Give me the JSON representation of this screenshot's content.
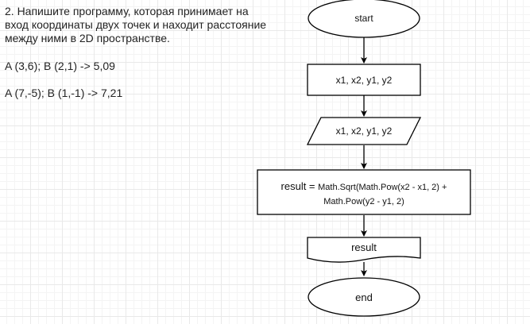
{
  "task": {
    "line1": "2. Напишите программу, которая принимает на",
    "line2": "вход координаты двух точек и находит расстояние",
    "line3": "между ними в 2D пространстве."
  },
  "examples": {
    "ex1": "A (3,6); B (2,1) -> 5,09",
    "ex2": "A (7,-5); B (1,-1) -> 7,21"
  },
  "flowchart": {
    "start": "start",
    "process": "x1, x2, y1, y2",
    "input": "x1, x2, y1, y2",
    "calc_prefix": "result = ",
    "calc_line1": "Math.Sqrt(Math.Pow(x2 - x1, 2) +",
    "calc_line2": "Math.Pow(y2 - y1, 2)",
    "output": "result",
    "end": "end"
  },
  "colors": {
    "stroke": "#000000",
    "fill": "#ffffff",
    "grid": "#e9e9e9"
  }
}
